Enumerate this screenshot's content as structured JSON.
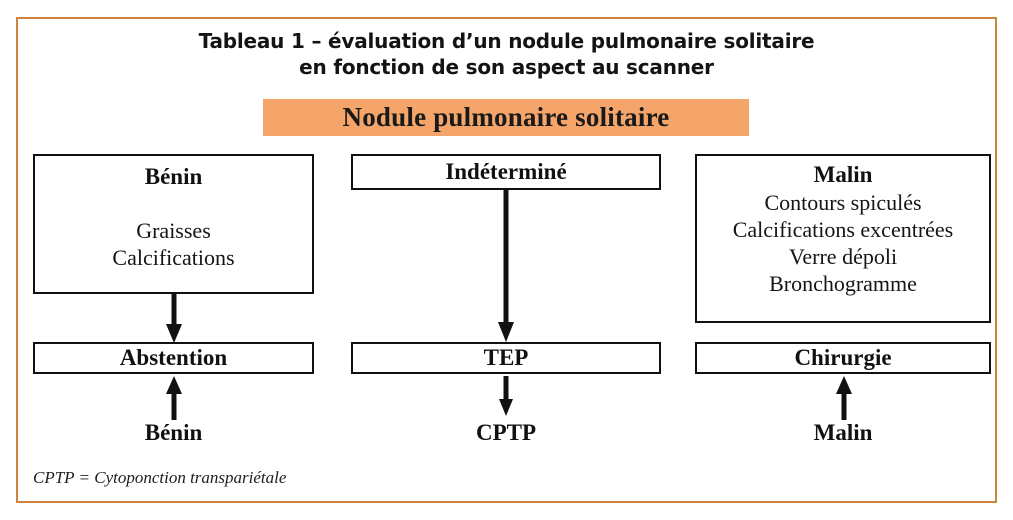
{
  "figure": {
    "title_lines": [
      "Tableau 1 – évaluation d’un nodule pulmonaire solitaire",
      "en fonction de son aspect au scanner"
    ],
    "root_node": {
      "label": "Nodule pulmonaire solitaire",
      "background_color": "#f5a569"
    },
    "frame_color": "#cf8340",
    "footnote": "CPTP = Cytoponction transpariétale",
    "columns": [
      {
        "id": "benin",
        "heading": "Bénin",
        "items": [
          "Graisses",
          "Calcifications"
        ],
        "arrow_to_action": "down-arrow-icon",
        "action": "Abstention",
        "arrow_from_outcome": "up-arrow-icon",
        "outcome": "Bénin"
      },
      {
        "id": "indetermine",
        "heading": "Indéterminé",
        "items": [],
        "arrow_to_action": "down-arrow-icon",
        "action": "TEP",
        "arrow_from_outcome": "down-arrow-icon",
        "outcome": "CPTP"
      },
      {
        "id": "malin",
        "heading": "Malin",
        "items": [
          "Contours spiculés",
          "Calcifications excentrées",
          "Verre dépoli",
          "Bronchogramme"
        ],
        "arrow_to_action": "none",
        "action": "Chirurgie",
        "arrow_from_outcome": "up-arrow-icon",
        "outcome": "Malin"
      }
    ]
  }
}
